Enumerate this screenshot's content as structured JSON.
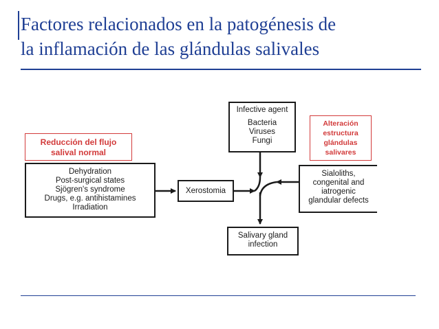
{
  "slide": {
    "title_lines": [
      "Factores relacionados en la patogénesis de",
      "la inflamación de las glándulas salivales"
    ]
  },
  "diagram": {
    "infective_agent": [
      "Infective agent",
      "Bacteria",
      "Viruses",
      "Fungi"
    ],
    "reduced_flow_causes": [
      "Dehydration",
      "Post-surgical states",
      "Sjögren's syndrome",
      "Drugs, e.g. antihistamines",
      "Irradiation"
    ],
    "xerostomia": "Xerostomia",
    "structural_defects": [
      "Sialoliths,",
      "congenital and",
      "iatrogenic",
      "glandular defects"
    ],
    "outcome": [
      "Salivary gland",
      "infection"
    ],
    "note_reduced_flow": [
      "Reducción del flujo",
      "salival normal"
    ],
    "note_altered_structure": [
      "Alteración",
      "estructura",
      "glándulas",
      "salivares"
    ]
  },
  "colors": {
    "title": "#1f3f94",
    "note": "#d23a3a"
  }
}
